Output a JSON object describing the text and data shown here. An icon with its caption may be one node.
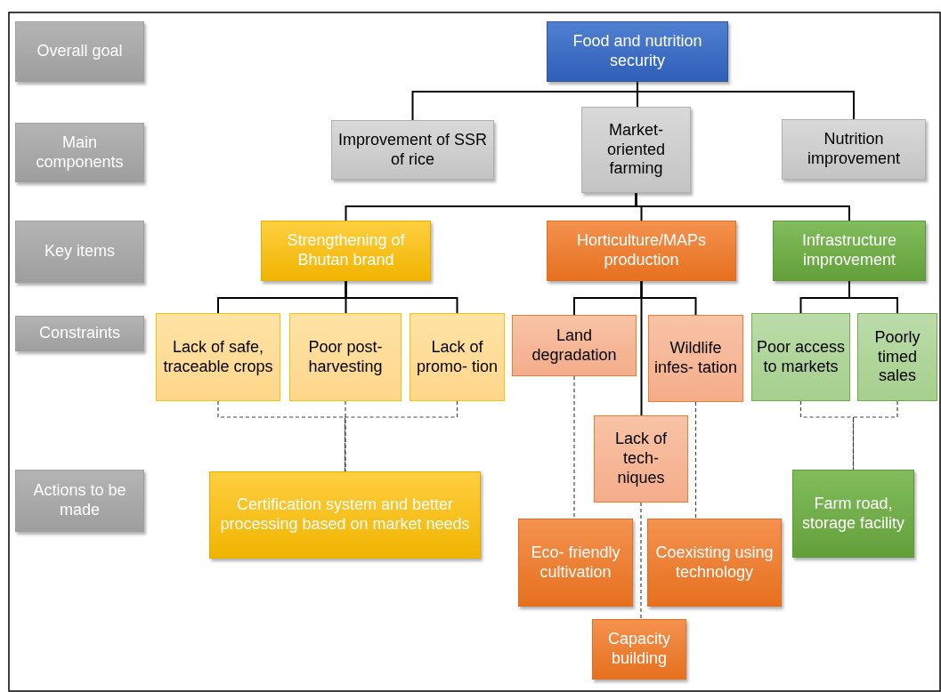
{
  "diagram": {
    "nodes": [
      {
        "text": [
          "Overall goal"
        ]
      },
      {
        "text": [
          "Food and nutrition security"
        ]
      },
      {
        "text": [
          "Main components"
        ]
      },
      {
        "text": [
          "Improvement of SSR of rice"
        ]
      },
      {
        "text": [
          "Market- oriented farming"
        ]
      },
      {
        "text": [
          "Nutrition improvement"
        ]
      },
      {
        "text": [
          "Key items"
        ]
      },
      {
        "text": [
          "Strengthening of Bhutan brand"
        ]
      },
      {
        "text": [
          "Horticulture/MAPs production"
        ]
      },
      {
        "text": [
          "Infrastructure improvement"
        ]
      },
      {
        "text": [
          "Constraints"
        ]
      },
      {
        "text": [
          "Lack of safe, traceable crops"
        ]
      },
      {
        "text": [
          "Poor post- harvesting"
        ]
      },
      {
        "text": [
          "Lack of promo- tion"
        ]
      },
      {
        "text": [
          "Land degradation"
        ]
      },
      {
        "text": [
          "Wildlife infes- tation"
        ]
      },
      {
        "text": [
          "Poor access to markets"
        ]
      },
      {
        "text": [
          "Poorly timed sales"
        ]
      },
      {
        "text": [
          "Lack of tech- niques"
        ]
      },
      {
        "text": [
          "Actions to be made"
        ]
      },
      {
        "text": [
          "Certification system and better processing based on market needs"
        ]
      },
      {
        "text": [
          "Farm road, storage facility"
        ]
      },
      {
        "text": [
          "Eco- friendly cultivation"
        ]
      },
      {
        "text": [
          "Coexisting using technology"
        ]
      },
      {
        "text": [
          "Capacity building"
        ]
      }
    ],
    "edges": [
      {
        "from": 1,
        "to": 3,
        "arrow": "none"
      },
      {
        "from": 1,
        "to": 4,
        "arrow": "none"
      },
      {
        "from": 1,
        "to": 5,
        "arrow": "none"
      },
      {
        "from": 4,
        "to": 7,
        "arrow": "none"
      },
      {
        "from": 4,
        "to": 8,
        "arrow": "none"
      },
      {
        "from": 4,
        "to": 9,
        "arrow": "none"
      },
      {
        "from": 7,
        "to": 11,
        "arrow": "none"
      },
      {
        "from": 7,
        "to": 12,
        "arrow": "none"
      },
      {
        "from": 7,
        "to": 13,
        "arrow": "none"
      },
      {
        "from": 8,
        "to": 14,
        "arrow": "none"
      },
      {
        "from": 8,
        "to": 15,
        "arrow": "none"
      },
      {
        "from": 8,
        "to": 18,
        "arrow": "none"
      },
      {
        "from": 9,
        "to": 16,
        "arrow": "none"
      },
      {
        "from": 9,
        "to": 17,
        "arrow": "none"
      },
      {
        "from": 11,
        "to": 20,
        "arrow": "none",
        "style": "dashed"
      },
      {
        "from": 12,
        "to": 20,
        "arrow": "none",
        "style": "dashed"
      },
      {
        "from": 13,
        "to": 20,
        "arrow": "none",
        "style": "dashed"
      },
      {
        "from": 14,
        "to": 22,
        "arrow": "none",
        "style": "dashed"
      },
      {
        "from": 15,
        "to": 23,
        "arrow": "none",
        "style": "dashed"
      },
      {
        "from": 18,
        "to": 24,
        "arrow": "none",
        "style": "dashed"
      },
      {
        "from": 16,
        "to": 21,
        "arrow": "none",
        "style": "dashed"
      },
      {
        "from": 17,
        "to": 21,
        "arrow": "none",
        "style": "dashed"
      }
    ]
  }
}
